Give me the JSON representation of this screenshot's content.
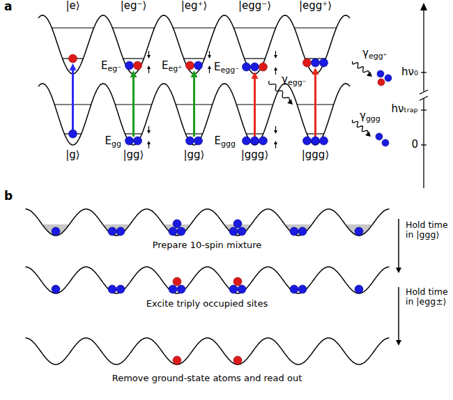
{
  "diagram": {
    "labels": [
      "a",
      "|e⟩",
      "|eg⁻⟩",
      "|eg⁺⟩",
      "|egg⁻⟩",
      "|egg⁺⟩",
      "Eeg⁻",
      "Eeg⁺",
      "Eegg⁻",
      "Egg",
      "Eggg",
      "γegg⁻",
      "γegg⁺",
      "γggg",
      "hν₀",
      "hνₜᵣₐₚ",
      "0",
      "|g⟩",
      "|gg⟩",
      "|gg⟩",
      "|ggg⟩",
      "|ggg⟩",
      "b",
      "Prepare 10-spin mixture",
      "Excite triply occupied sites",
      "Remove ground-state atoms and read out",
      "Hold time in |ggg⟩",
      "Hold time in |egg±⟩"
    ]
  }
}
